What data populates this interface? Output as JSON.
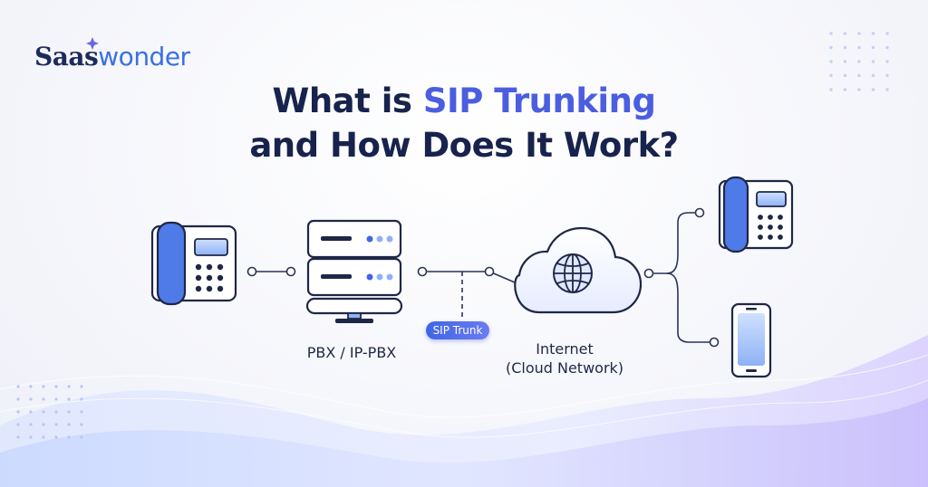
{
  "brand": {
    "name_part1": "Saas",
    "name_part2": "wonder"
  },
  "title": {
    "line1_prefix": "What is ",
    "line1_highlight": "SIP Trunking",
    "line2": "and How Does It Work?"
  },
  "nodes": {
    "desk_phone": {
      "icon": "desk-phone-icon"
    },
    "pbx": {
      "label": "PBX / IP-PBX",
      "icon": "server-icon"
    },
    "trunk": {
      "label": "SIP Trunk"
    },
    "cloud": {
      "label_line1": "Internet",
      "label_line2": "(Cloud Network)",
      "icon": "cloud-globe-icon"
    },
    "remote_desk_phone": {
      "icon": "desk-phone-icon"
    },
    "mobile": {
      "icon": "smartphone-icon"
    }
  },
  "colors": {
    "accent": "#4b5ee0",
    "navy": "#18234d",
    "line": "#1f2747",
    "light_blue": "#dfe8ff",
    "phone_blue": "#4f7be8"
  }
}
